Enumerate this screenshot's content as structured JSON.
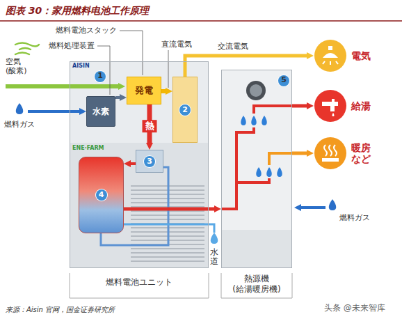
{
  "diagram": {
    "title": "图表 30：家用燃料电池工作原理",
    "caption": "来源：Aisin 官网，国金证券研究所",
    "nodes": [
      {
        "text": [
          "燃料電池ユニット"
        ]
      },
      {
        "text": [
          "水素"
        ],
        "in": 0
      },
      {
        "text": [
          "発電"
        ],
        "in": 0
      },
      {
        "text": [
          "2"
        ],
        "in": 0
      },
      {
        "text": [
          "3"
        ],
        "in": 0
      },
      {
        "text": [
          "4"
        ],
        "in": 0
      },
      {
        "text": [
          "熱源機 (給湯暖房機)"
        ]
      },
      {
        "text": [
          "電気"
        ]
      },
      {
        "text": [
          "給湯"
        ]
      },
      {
        "text": [
          "暖房 など"
        ]
      }
    ],
    "edges": [
      {
        "from": 1,
        "to": 2,
        "arrow": "to"
      },
      {
        "from": 2,
        "to": 4,
        "label": "熱",
        "arrow": "to"
      },
      {
        "from": 2,
        "to": 3,
        "arrow": "to"
      },
      {
        "from": 3,
        "to": 7,
        "label": "交流電気",
        "arrow": "to"
      },
      {
        "from": 4,
        "to": 5,
        "arrow": "to"
      },
      {
        "from": 5,
        "to": 6,
        "arrow": "to"
      },
      {
        "from": 6,
        "to": 8,
        "arrow": "to"
      },
      {
        "from": 6,
        "to": 9,
        "arrow": "to"
      }
    ],
    "labels": [
      "燃料電池スタック",
      "燃料処理装置",
      "直流電気",
      "空気 (酸素)",
      "燃料ガス",
      "1",
      "AISIN",
      "ENE·FARM",
      "5",
      "燃料ガス",
      "水道",
      "头条 @未来智库"
    ]
  }
}
